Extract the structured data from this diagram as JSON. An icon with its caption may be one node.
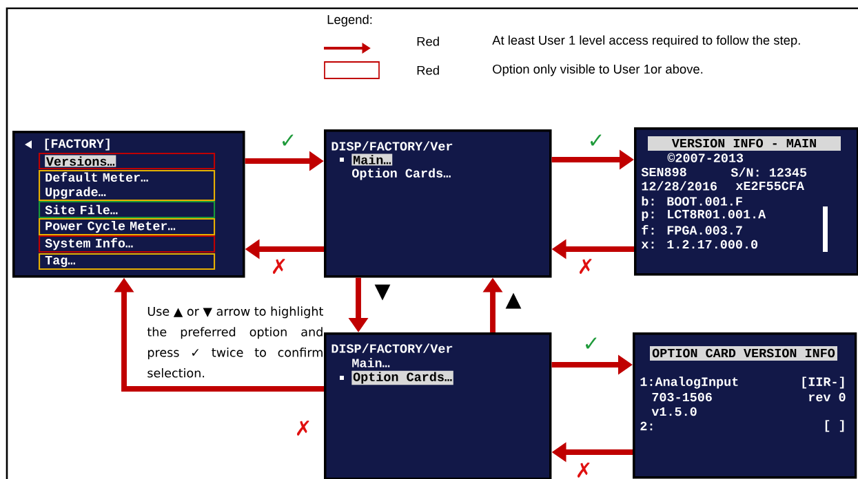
{
  "diagram": {
    "nodes": [
      {
        "text": [
          "[FACTORY]"
        ]
      },
      {
        "text": [
          "Versions…"
        ],
        "in": 0
      },
      {
        "text": [
          "Default Meter… Upgrade…"
        ],
        "in": 0
      },
      {
        "text": [
          "Site File…"
        ],
        "in": 0
      },
      {
        "text": [
          "Power Cycle Meter…"
        ],
        "in": 0
      },
      {
        "text": [
          "System Info…"
        ],
        "in": 0
      },
      {
        "text": [
          "Tag…"
        ],
        "in": 0
      },
      {
        "text": [
          "DISP/FACTORY/Ver",
          "Main…",
          "Option Cards…"
        ]
      },
      {
        "text": [
          "VERSION INFO - MAIN",
          "©2007-2013",
          "SEN898",
          "S/N: 12345",
          "12/28/2016",
          "xE2F55CFA",
          "b: BOOT.001.F",
          "p: LCT8R01.001.A",
          "f: FPGA.003.7",
          "x: 1.2.17.000.0"
        ]
      },
      {
        "text": [
          "DISP/FACTORY/Ver",
          "Main…",
          "Option Cards…"
        ]
      },
      {
        "text": [
          "OPTION CARD VERSION INFO",
          "1:AnalogInput",
          "[IIR-]",
          "703-1506",
          "rev 0",
          "v1.5.0",
          "2:",
          "[ ]"
        ]
      }
    ],
    "edges": [
      {
        "from": 1,
        "to": 7,
        "arrow": "to",
        "label": "✓"
      },
      {
        "from": 7,
        "to": 0,
        "arrow": "to",
        "label": "✗"
      },
      {
        "from": 7,
        "to": 8,
        "arrow": "to",
        "label": "✓"
      },
      {
        "from": 8,
        "to": 7,
        "arrow": "to",
        "label": "✗"
      },
      {
        "from": 7,
        "to": 9,
        "arrow": "to",
        "label": "▼"
      },
      {
        "from": 9,
        "to": 7,
        "arrow": "to",
        "label": "▲"
      },
      {
        "from": 9,
        "to": 10,
        "arrow": "to",
        "label": "✓"
      },
      {
        "from": 10,
        "to": 9,
        "arrow": "to",
        "label": "✗"
      },
      {
        "from": 9,
        "to": 0,
        "arrow": "to",
        "label": "✗"
      }
    ],
    "labels": [
      "Legend:",
      "Red",
      "Red",
      "Use ▲ or ▼ arrow to highlight the preferred option and press ✓ twice to confirm selection."
    ],
    "legend": [
      {
        "text": "At least User 1 level access required to follow the step."
      },
      {
        "text": "Option only visible to User 1or above."
      }
    ]
  }
}
